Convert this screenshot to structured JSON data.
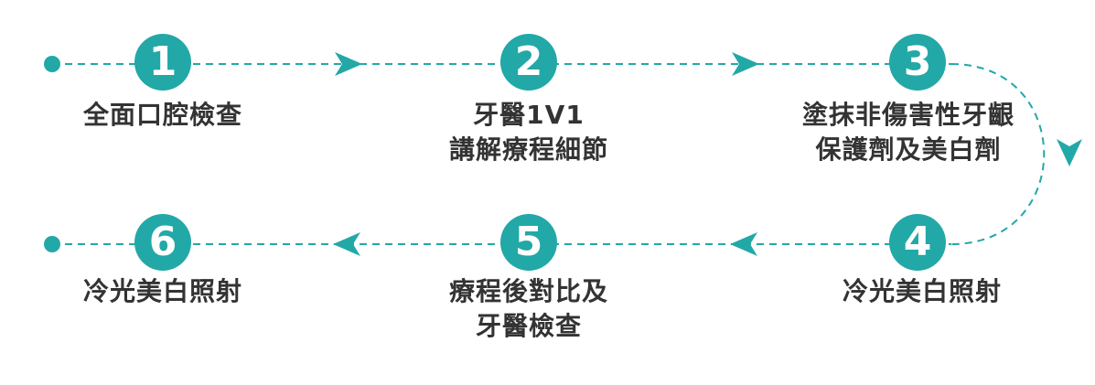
{
  "accent_color": "#22a8a7",
  "text_color": "#333333",
  "steps": [
    {
      "number": "1",
      "lines": [
        "全面口腔檢查"
      ]
    },
    {
      "number": "2",
      "lines": [
        "牙醫1V1",
        "講解療程細節"
      ]
    },
    {
      "number": "3",
      "lines": [
        "塗抹非傷害性牙齦",
        "保護劑及美白劑"
      ]
    },
    {
      "number": "4",
      "lines": [
        "冷光美白照射"
      ]
    },
    {
      "number": "5",
      "lines": [
        "療程後對比及",
        "牙醫檢查"
      ]
    },
    {
      "number": "6",
      "lines": [
        "冷光美白照射"
      ]
    }
  ]
}
